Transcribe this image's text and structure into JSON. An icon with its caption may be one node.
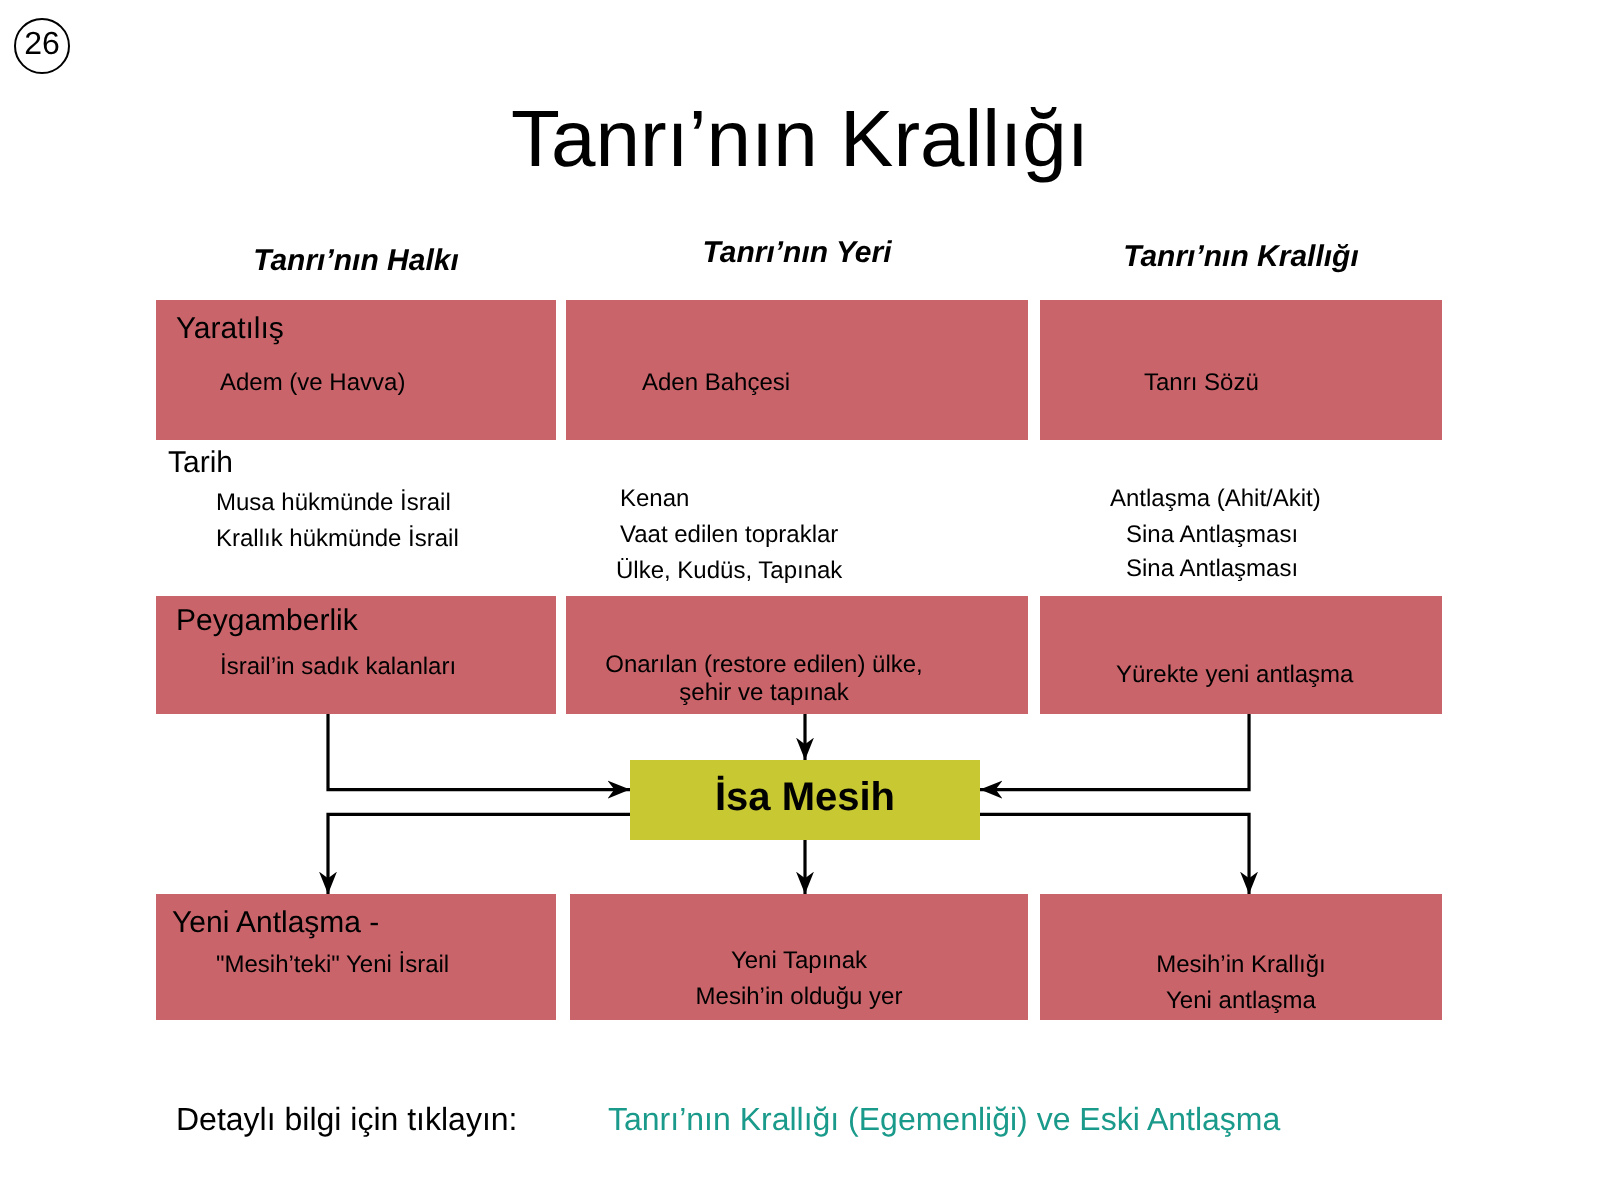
{
  "diagram": {
    "title": "Tanrı’nın Krallığı",
    "nodes": [
      {
        "text": [
          "Yaratılış",
          "Adem (ve Havva)"
        ]
      },
      {
        "text": [
          "Aden Bahçesi"
        ]
      },
      {
        "text": [
          "Tanrı Sözü"
        ]
      },
      {
        "text": [
          "Peygamberlik",
          "İsrail’in sadık kalanları"
        ]
      },
      {
        "text": [
          "Onarılan (restore edilen) ülke, şehir ve tapınak"
        ]
      },
      {
        "text": [
          "Yürekte yeni antlaşma"
        ]
      },
      {
        "text": [
          "İsa Mesih"
        ]
      },
      {
        "text": [
          "Yeni Antlaşma -",
          "\"Mesih’teki\" Yeni İsrail"
        ]
      },
      {
        "text": [
          "Yeni Tapınak",
          "Mesih’in olduğu yer"
        ]
      },
      {
        "text": [
          "Mesih’in Krallığı",
          "Yeni antlaşma"
        ]
      }
    ],
    "edges": [
      {
        "from": 3,
        "to": 6,
        "arrow": "to"
      },
      {
        "from": 4,
        "to": 6,
        "arrow": "to"
      },
      {
        "from": 5,
        "to": 6,
        "arrow": "to"
      },
      {
        "from": 6,
        "to": 7,
        "arrow": "to"
      },
      {
        "from": 6,
        "to": 8,
        "arrow": "to"
      },
      {
        "from": 6,
        "to": 9,
        "arrow": "to"
      }
    ],
    "labels": [
      "26",
      "Tanrı’nın Halkı",
      "Tanrı’nın Yeri",
      "Tanrı’nın Krallığı",
      "Tarih",
      "Musa hükmünde İsrail",
      "Krallık hükmünde İsrail",
      "Kenan",
      "Vaat edilen topraklar",
      "Ülke, Kudüs, Tapınak",
      "Antlaşma (Ahit/Akit)",
      "Sina Antlaşması",
      "Sina Antlaşması",
      "Detaylı bilgi için tıklayın:",
      "Tanrı’nın Krallığı (Egemenliği) ve Eski Antlaşma"
    ]
  }
}
